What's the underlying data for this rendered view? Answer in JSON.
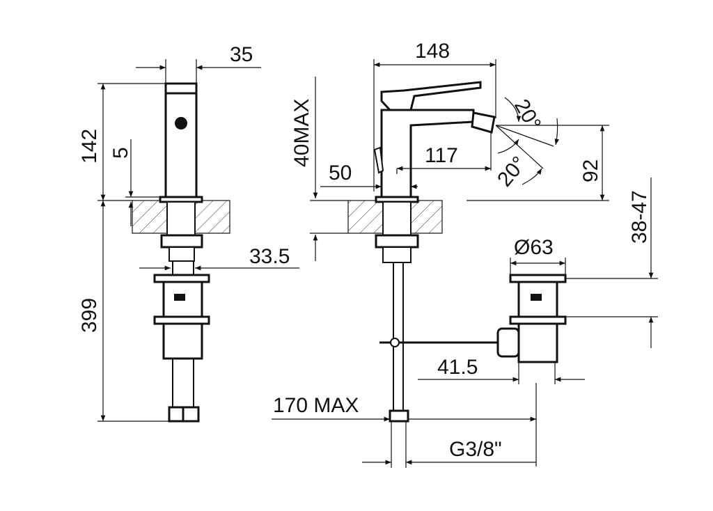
{
  "drawing": {
    "colors": {
      "line": "#111111",
      "background": "#ffffff"
    },
    "side_view": {
      "dim_width_top": "35",
      "dim_height_body": "142",
      "dim_flange": "5",
      "dim_total_height": "399",
      "dim_shank": "33.5"
    },
    "front_view": {
      "dim_max_deck": "40MAX",
      "dim_reach_total": "148",
      "dim_base": "50",
      "dim_spout_reach": "117",
      "dim_angle_up": "20°",
      "dim_angle_down": "20°",
      "dim_spout_height": "92",
      "dim_waste_range": "38-47",
      "dim_waste_diameter": "Ø63",
      "dim_rod_offset": "41.5",
      "dim_hose_length": "170 MAX",
      "dim_connection": "G3/8\""
    }
  }
}
